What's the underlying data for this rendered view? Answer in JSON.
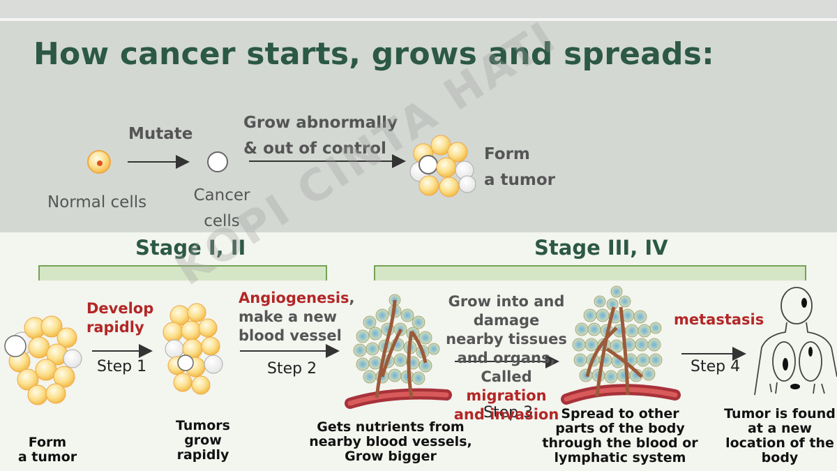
{
  "title": "How cancer starts, grows and spreads:",
  "top_row": {
    "normal_cells": "Normal cells",
    "mutate": "Mutate",
    "cancer_cells_1": "Cancer",
    "cancer_cells_2": "cells",
    "grow_1": "Grow abnormally",
    "grow_2": "& out of control",
    "form_1": "Form",
    "form_2": "a tumor"
  },
  "stages": {
    "left": "Stage I, II",
    "right": "Stage III, IV"
  },
  "steps": {
    "step1": "Step 1",
    "step2": "Step 2",
    "step3": "Step 3",
    "step4": "Step 4"
  },
  "annotations": {
    "develop_1": "Develop",
    "develop_2": "rapidly",
    "angio_red": "Angiogenesis",
    "angio_comma": ",",
    "angio_2": "make a new",
    "angio_3": "blood vessel",
    "grow_into_1": "Grow into and",
    "grow_into_2": "damage",
    "grow_into_3": "nearby tissues",
    "grow_into_4": "and organs,",
    "called": "Called ",
    "migration": "migration",
    "and_invasion": "and invasion",
    "metastasis": "metastasis"
  },
  "captions": {
    "form_tumor_1": "Form",
    "form_tumor_2": "a tumor",
    "tumors_1": "Tumors",
    "tumors_2": "grow",
    "tumors_3": "rapidly",
    "nutrients_1": "Gets nutrients from",
    "nutrients_2": "nearby blood vessels,",
    "nutrients_3": "Grow bigger",
    "spread_1": "Spread to other",
    "spread_2": "parts of the body",
    "spread_3": "through the blood or",
    "spread_4": "lymphatic system",
    "found_1": "Tumor is found",
    "found_2": "at a new",
    "found_3": "location of the",
    "found_4": "body"
  },
  "watermark": "KOPI CINTA HATI",
  "colors": {
    "title": "#2c5846",
    "accent_red": "#b32626",
    "bracket_fill": "#d5e6c6",
    "bracket_border": "#74a255",
    "cell_yellow": "#f7c75a"
  }
}
